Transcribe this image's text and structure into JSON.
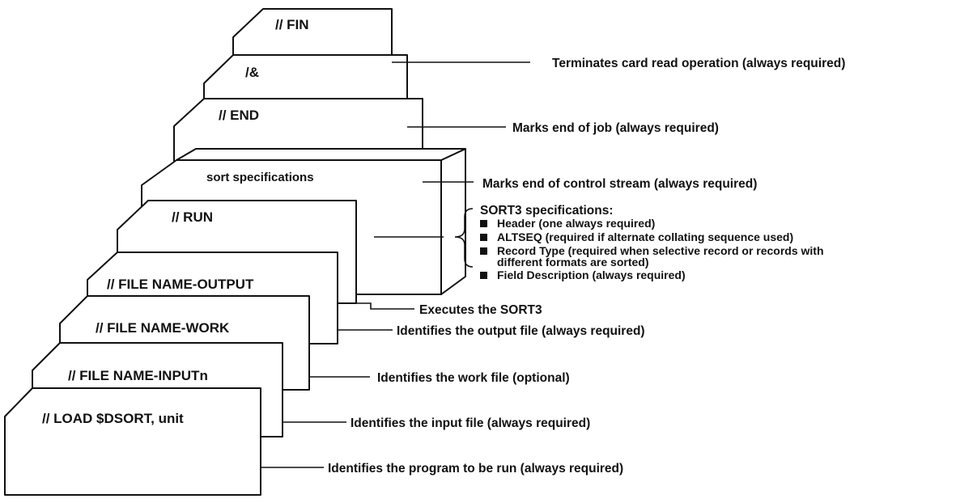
{
  "cards": {
    "fin": "// FIN",
    "amp": "/&",
    "end": "// END",
    "sort_specs": "sort specifications",
    "run": "// RUN",
    "output": "// FILE NAME-OUTPUT",
    "work": "// FILE NAME-WORK",
    "input": "// FILE NAME-INPUTn",
    "load": "// LOAD $DSORT, unit"
  },
  "annotations": {
    "fin": "Terminates card read operation (always required)",
    "amp": "Marks end of job (always required)",
    "end": "Marks end of control stream (always required)",
    "run": "Executes the SORT3",
    "output": "Identifies the output file (always required)",
    "work": "Identifies the work file (optional)",
    "input": "Identifies the input file (always required)",
    "load": "Identifies the program to be run (always required)"
  },
  "sort3": {
    "title": "SORT3 specifications:",
    "items": [
      "Header (one always required)",
      "ALTSEQ (required if alternate collating sequence used)",
      "Record Type (required when selective record or records with",
      "Field Description (always required)"
    ],
    "item3_cont": "different formats are sorted)"
  }
}
